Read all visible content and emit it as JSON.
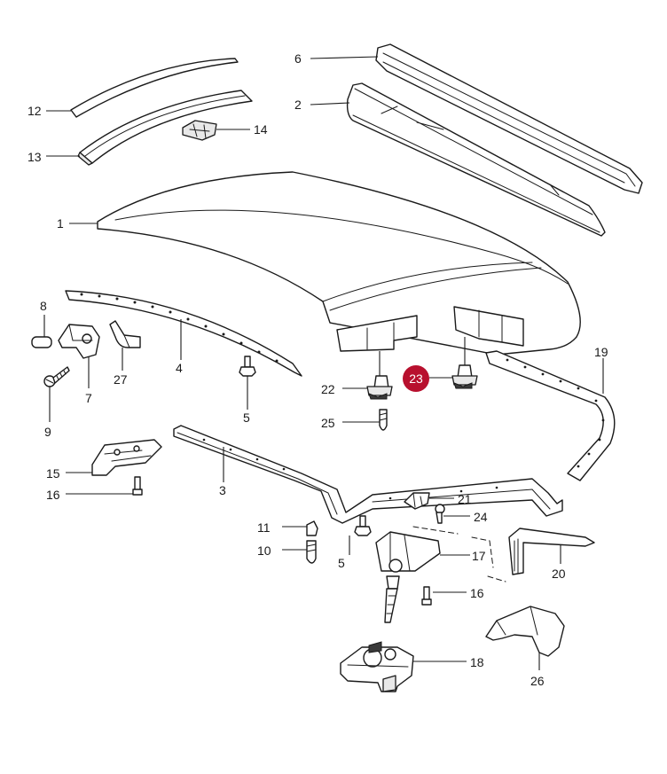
{
  "labels": {
    "p1": "1",
    "p2": "2",
    "p3": "3",
    "p4": "4",
    "p5a": "5",
    "p5b": "5",
    "p6": "6",
    "p7": "7",
    "p8": "8",
    "p9": "9",
    "p10": "10",
    "p11": "11",
    "p12": "12",
    "p13": "13",
    "p14": "14",
    "p15": "15",
    "p16a": "16",
    "p16b": "16",
    "p17": "17",
    "p18": "18",
    "p19": "19",
    "p20": "20",
    "p21": "21",
    "p22": "22",
    "p23": "23",
    "p24": "24",
    "p25": "25",
    "p26": "26",
    "p27": "27"
  },
  "highlight": {
    "part": "23",
    "color": "#b8102e"
  }
}
